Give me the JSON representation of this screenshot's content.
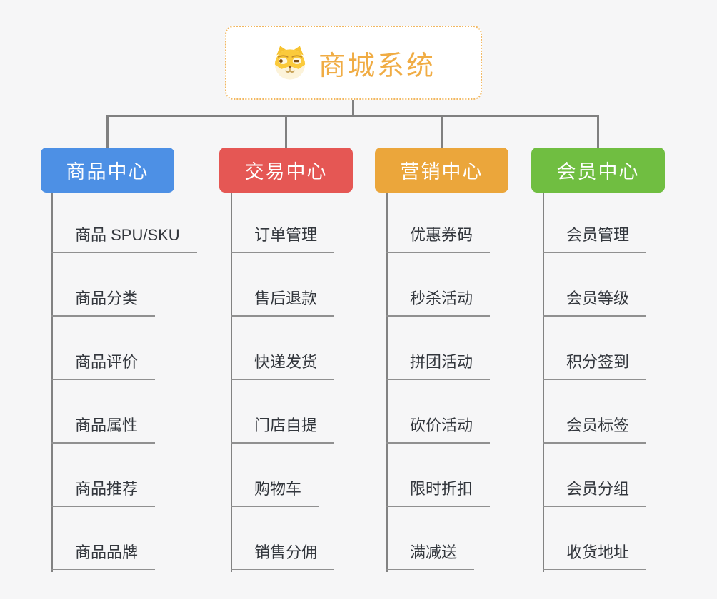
{
  "canvas": {
    "background": "#f6f6f7",
    "connector_color": "#808080"
  },
  "root": {
    "title": "商城系统",
    "icon": "dog-face-icon",
    "text_color": "#f0ac44",
    "border_color": "#f2b75f"
  },
  "branches": [
    {
      "label": "商品中心",
      "color": "#4d90e5",
      "items": [
        "商品 SPU/SKU",
        "商品分类",
        "商品评价",
        "商品属性",
        "商品推荐",
        "商品品牌"
      ]
    },
    {
      "label": "交易中心",
      "color": "#e55754",
      "items": [
        "订单管理",
        "售后退款",
        "快递发货",
        "门店自提",
        "购物车",
        "销售分佣"
      ]
    },
    {
      "label": "营销中心",
      "color": "#eba63b",
      "items": [
        "优惠券码",
        "秒杀活动",
        "拼团活动",
        "砍价活动",
        "限时折扣",
        "满减送"
      ]
    },
    {
      "label": "会员中心",
      "color": "#70be41",
      "items": [
        "会员管理",
        "会员等级",
        "积分签到",
        "会员标签",
        "会员分组",
        "收货地址"
      ]
    }
  ]
}
